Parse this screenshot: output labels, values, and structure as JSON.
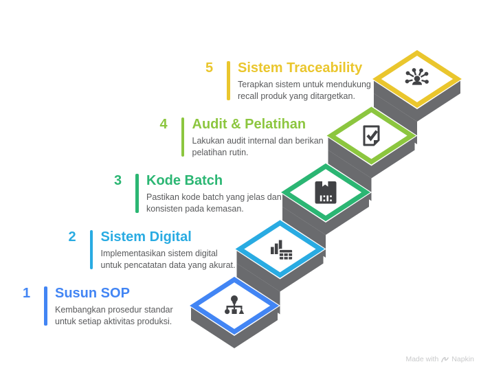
{
  "steps": [
    {
      "number": "1",
      "title": "Susun SOP",
      "description": "Kembangkan prosedur standar untuk setiap aktivitas produksi.",
      "color": "#4285F4",
      "icon": "flowchart-icon"
    },
    {
      "number": "2",
      "title": "Sistem Digital",
      "description": "Implementasikan sistem digital untuk pencatatan data yang akurat.",
      "color": "#29ABE2",
      "icon": "chart-table-icon"
    },
    {
      "number": "3",
      "title": "Kode Batch",
      "description": "Pastikan kode batch yang jelas dan konsisten pada kemasan.",
      "color": "#2BB673",
      "icon": "batch-package-icon"
    },
    {
      "number": "4",
      "title": "Audit & Pelatihan",
      "description": "Lakukan audit internal dan berikan pelatihan rutin.",
      "color": "#8CC63F",
      "icon": "document-check-icon"
    },
    {
      "number": "5",
      "title": "Sistem Traceability",
      "description": "Terapkan sistem untuk mendukung recall produk yang ditargetkan.",
      "color": "#EAC62D",
      "icon": "recall-network-icon"
    }
  ],
  "diagram": {
    "step_gray": "#6A6B6E",
    "icon_color": "#414245",
    "platform_fill": "#ffffff"
  },
  "watermark": {
    "prefix": "Made with",
    "brand": "Napkin"
  }
}
